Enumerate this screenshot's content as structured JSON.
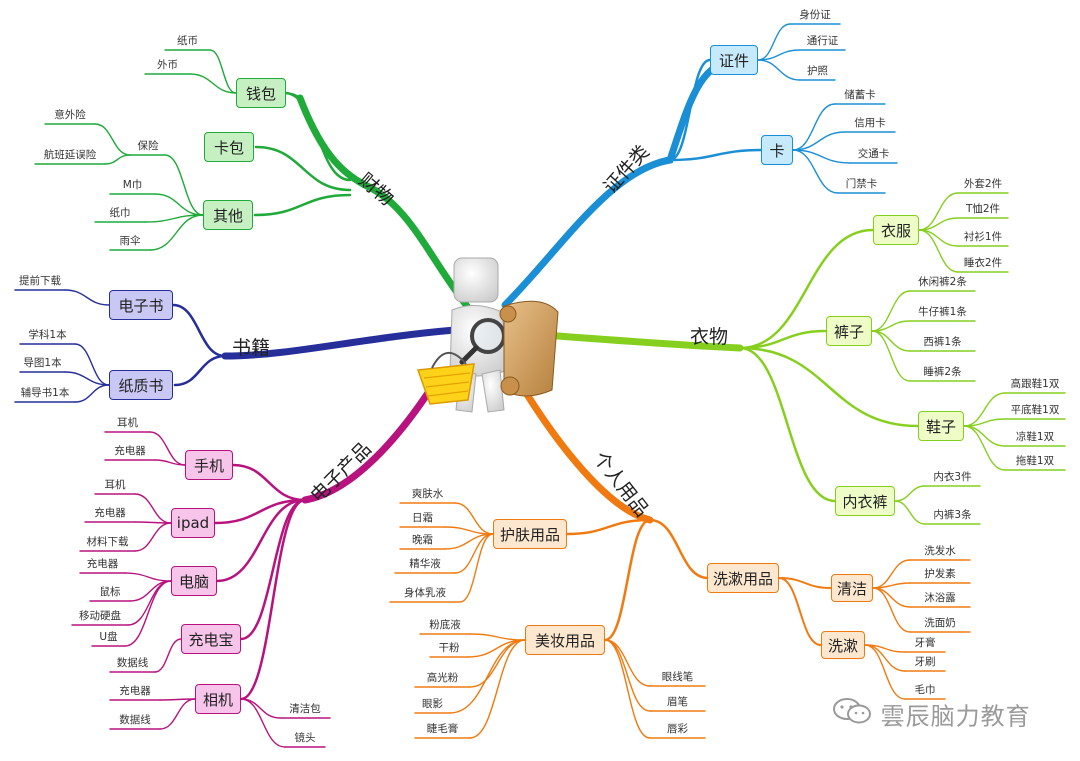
{
  "center": {
    "icon": "figure-with-magnifier-basket-and-scroll-icon"
  },
  "colors": {
    "finance": "#1faa3a",
    "finance_fill": "#c7f0c2",
    "certs": "#1b8fd6",
    "certs_fill": "#c6e9fb",
    "books": "#262e9a",
    "books_fill": "#c9c8f5",
    "clothes": "#86cf1e",
    "clothes_fill": "#eefcc8",
    "electronics": "#b8127e",
    "electronics_fill": "#f7c5ea",
    "personal": "#f07a10",
    "personal_fill": "#fde8cf"
  },
  "branches": {
    "finance": {
      "label": "财物",
      "nodes": [
        {
          "label": "钱包",
          "items": [
            "纸币",
            "外币"
          ]
        },
        {
          "label": "卡包",
          "items": []
        },
        {
          "label": "其他",
          "sub": {
            "label": "保险",
            "items": [
              "意外险",
              "航班延误险"
            ]
          },
          "items": [
            "M巾",
            "纸巾",
            "雨伞"
          ]
        }
      ]
    },
    "certs": {
      "label": "证件类",
      "nodes": [
        {
          "label": "证件",
          "items": [
            "身份证",
            "通行证",
            "护照"
          ]
        },
        {
          "label": "卡",
          "items": [
            "储蓄卡",
            "信用卡",
            "交通卡",
            "门禁卡"
          ]
        }
      ]
    },
    "books": {
      "label": "书籍",
      "nodes": [
        {
          "label": "电子书",
          "items": [
            "提前下载"
          ]
        },
        {
          "label": "纸质书",
          "items": [
            "学科1本",
            "导图1本",
            "辅导书1本"
          ]
        }
      ]
    },
    "clothes": {
      "label": "衣物",
      "nodes": [
        {
          "label": "衣服",
          "items": [
            "外套2件",
            "T恤2件",
            "衬衫1件",
            "睡衣2件"
          ]
        },
        {
          "label": "裤子",
          "items": [
            "休闲裤2条",
            "牛仔裤1条",
            "西裤1条",
            "睡裤2条"
          ]
        },
        {
          "label": "鞋子",
          "items": [
            "高跟鞋1双",
            "平底鞋1双",
            "凉鞋1双",
            "拖鞋1双"
          ]
        },
        {
          "label": "内衣裤",
          "items": [
            "内衣3件",
            "内裤3条"
          ]
        }
      ]
    },
    "electronics": {
      "label": "电子产品",
      "nodes": [
        {
          "label": "手机",
          "items": [
            "耳机",
            "充电器"
          ]
        },
        {
          "label": "ipad",
          "items": [
            "耳机",
            "充电器",
            "材料下载"
          ]
        },
        {
          "label": "电脑",
          "items": [
            "充电器",
            "鼠标",
            "移动硬盘",
            "U盘"
          ]
        },
        {
          "label": "充电宝",
          "items": [
            "数据线"
          ]
        },
        {
          "label": "相机",
          "items": [
            "充电器",
            "数据线"
          ],
          "right_items": [
            "清洁包",
            "镜头"
          ]
        }
      ]
    },
    "personal": {
      "label": "个人用品",
      "nodes": [
        {
          "label": "护肤用品",
          "items": [
            "爽肤水",
            "日霜",
            "晚霜",
            "精华液",
            "身体乳液"
          ]
        },
        {
          "label": "美妆用品",
          "items": [
            "粉底液",
            "干粉",
            "高光粉",
            "眼影",
            "睫毛膏"
          ],
          "right_items": [
            "眼线笔",
            "眉笔",
            "唇彩"
          ]
        },
        {
          "label": "洗漱用品",
          "subs": [
            {
              "label": "清洁",
              "items": [
                "洗发水",
                "护发素",
                "沐浴露",
                "洗面奶"
              ]
            },
            {
              "label": "洗漱",
              "items": [
                "牙膏",
                "牙刷",
                "毛巾"
              ]
            }
          ]
        }
      ]
    }
  },
  "watermark": {
    "text": "雲辰脑力教育",
    "icon": "wechat-icon"
  }
}
